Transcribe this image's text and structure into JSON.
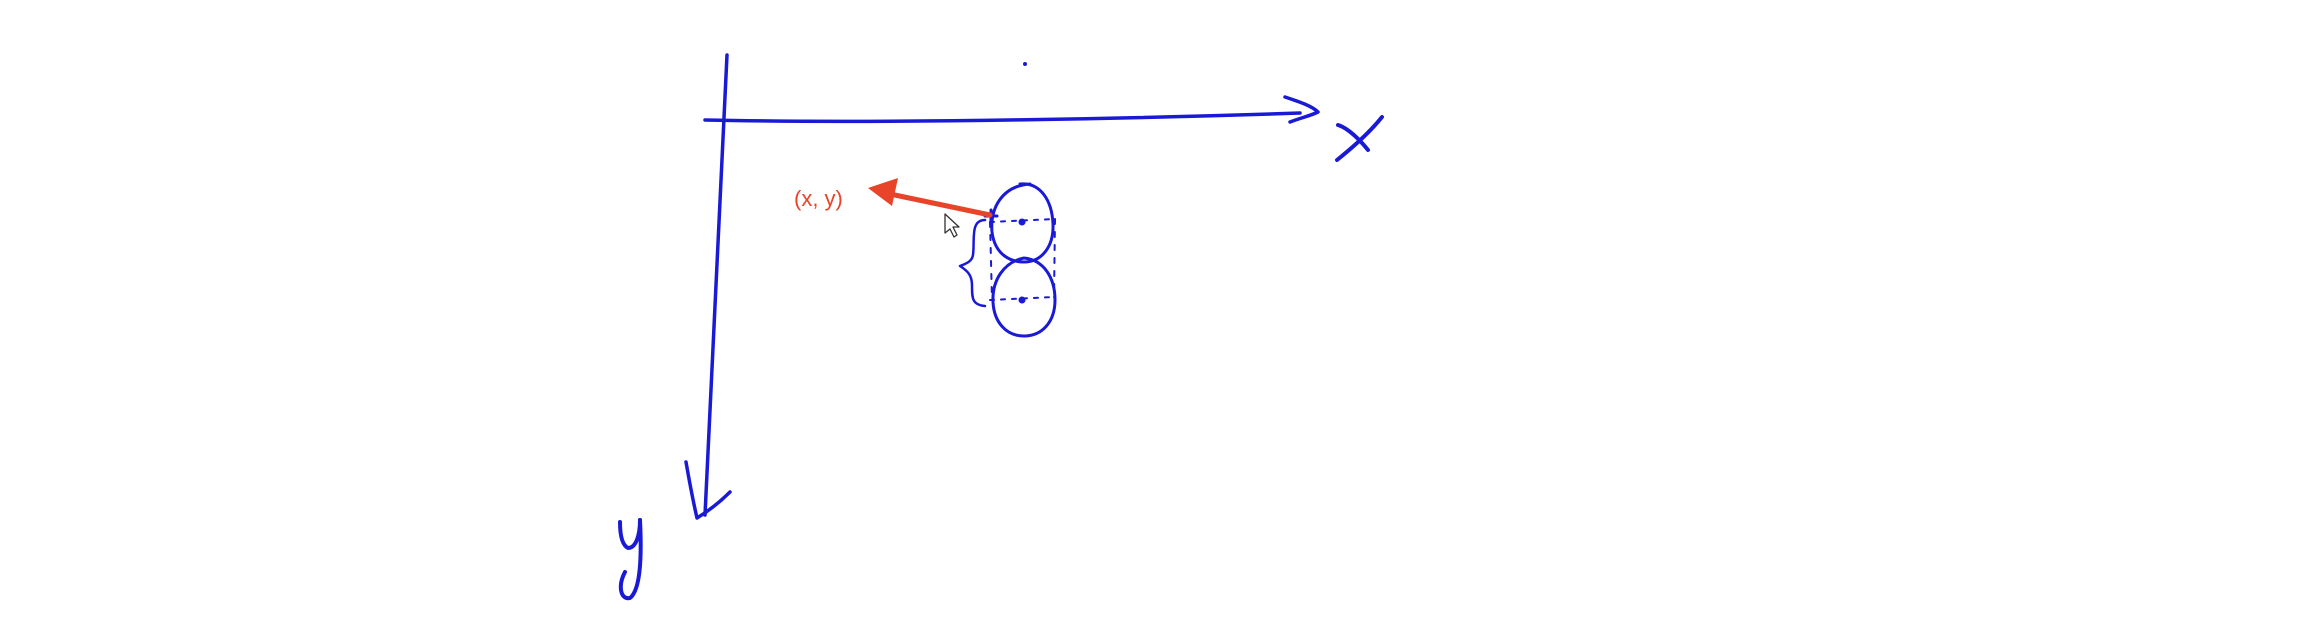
{
  "colors": {
    "ink": "#1a1ad6",
    "annotation": "#e8442a",
    "cursor": "#333333"
  },
  "labels": {
    "x_axis": "x",
    "y_axis": "y",
    "point": "(x, y)"
  },
  "icons": {
    "cursor": "mouse-pointer-icon"
  }
}
